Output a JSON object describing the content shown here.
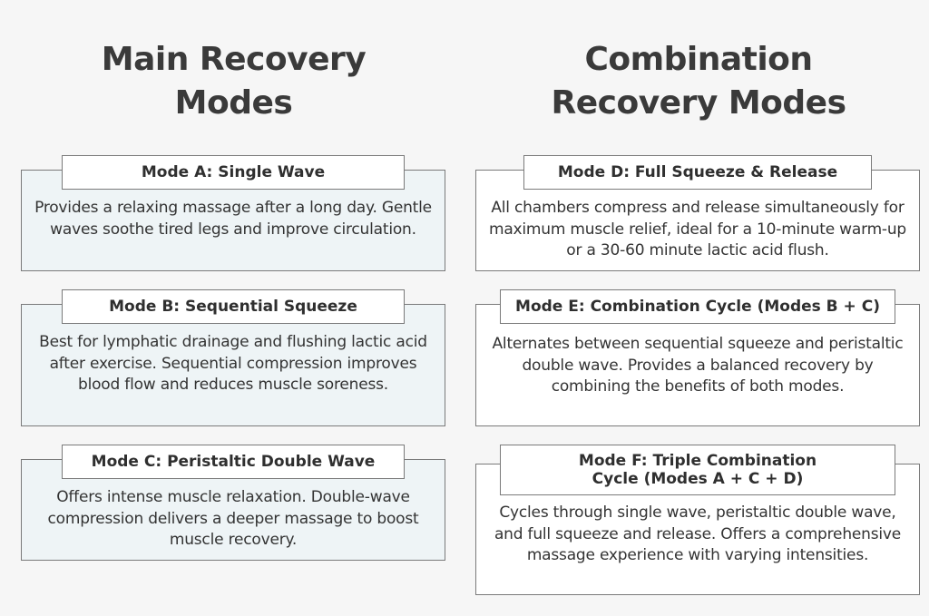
{
  "columns": {
    "main": {
      "title_line1": "Main Recovery",
      "title_line2": "Modes",
      "modes": [
        {
          "label": "Mode A: Single Wave",
          "description": "Provides a relaxing massage after a long day. Gentle waves soothe tired legs and improve circulation."
        },
        {
          "label": "Mode B: Sequential Squeeze",
          "description": "Best for lymphatic drainage and flushing lactic acid after exercise. Sequential compression improves blood flow and reduces muscle soreness."
        },
        {
          "label": "Mode C: Peristaltic Double Wave",
          "description": "Offers intense muscle relaxation. Double-wave compression delivers a deeper massage to boost muscle recovery."
        }
      ]
    },
    "combination": {
      "title_line1": "Combination",
      "title_line2": "Recovery Modes",
      "modes": [
        {
          "label": "Mode D: Full Squeeze & Release",
          "description": "All chambers compress and release simultaneously for maximum muscle relief, ideal for a 10-minute warm-up or a 30-60 minute lactic acid flush."
        },
        {
          "label": "Mode E: Combination Cycle (Modes B + C)",
          "description": "Alternates between sequential squeeze and peristaltic double wave. Provides a balanced recovery by combining the benefits of both modes."
        },
        {
          "label_line1": "Mode F: Triple Combination",
          "label_line2": "Cycle (Modes A + C + D)",
          "description": "Cycles through single wave, peristaltic double wave, and full squeeze and release. Offers a comprehensive massage experience with varying intensities."
        }
      ]
    }
  },
  "colors": {
    "background": "#f6f6f6",
    "main_card_fill": "#eef4f6",
    "combination_card_fill": "#ffffff",
    "border": "#7a7a7a",
    "text": "#2f2f2f"
  }
}
